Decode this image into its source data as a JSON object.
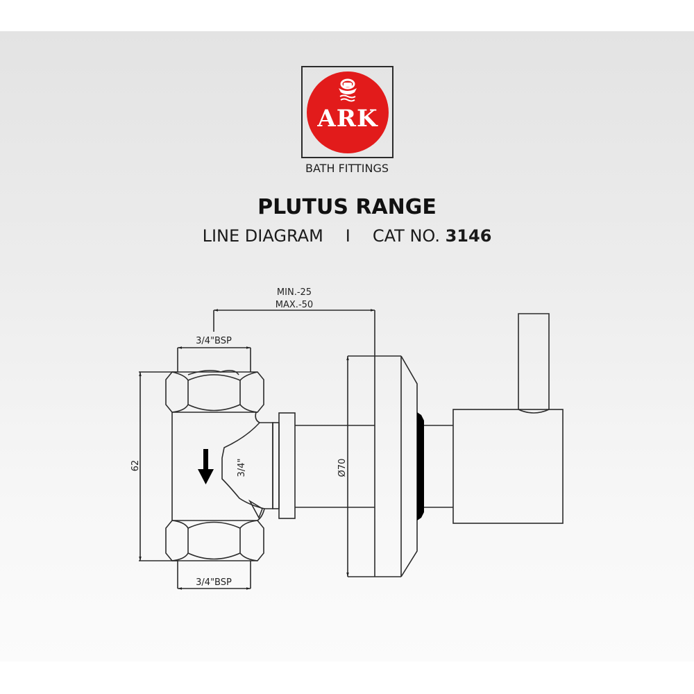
{
  "brand": {
    "logo_text": "ARK",
    "tagline": "BATH FITTINGS",
    "logo_color": "#e21b1b",
    "logo_icon": "ark-emblem-icon"
  },
  "header": {
    "title": "PLUTUS RANGE",
    "subtitle_left": "LINE DIAGRAM",
    "separator": "I",
    "cat_label": "CAT NO.",
    "cat_number": "3146"
  },
  "diagram": {
    "dimensions": {
      "wall_depth_min": "MIN.-25",
      "wall_depth_max": "MAX.-50",
      "inlet_top": "3/4\"BSP",
      "inlet_bottom": "3/4\"BSP",
      "height": "62",
      "body_port": "3/4\"",
      "flange_diameter": "Ø70"
    },
    "flow_direction_icon": "down-arrow-icon",
    "line_color": "#2b2b2b",
    "gasket_color": "#000000"
  }
}
